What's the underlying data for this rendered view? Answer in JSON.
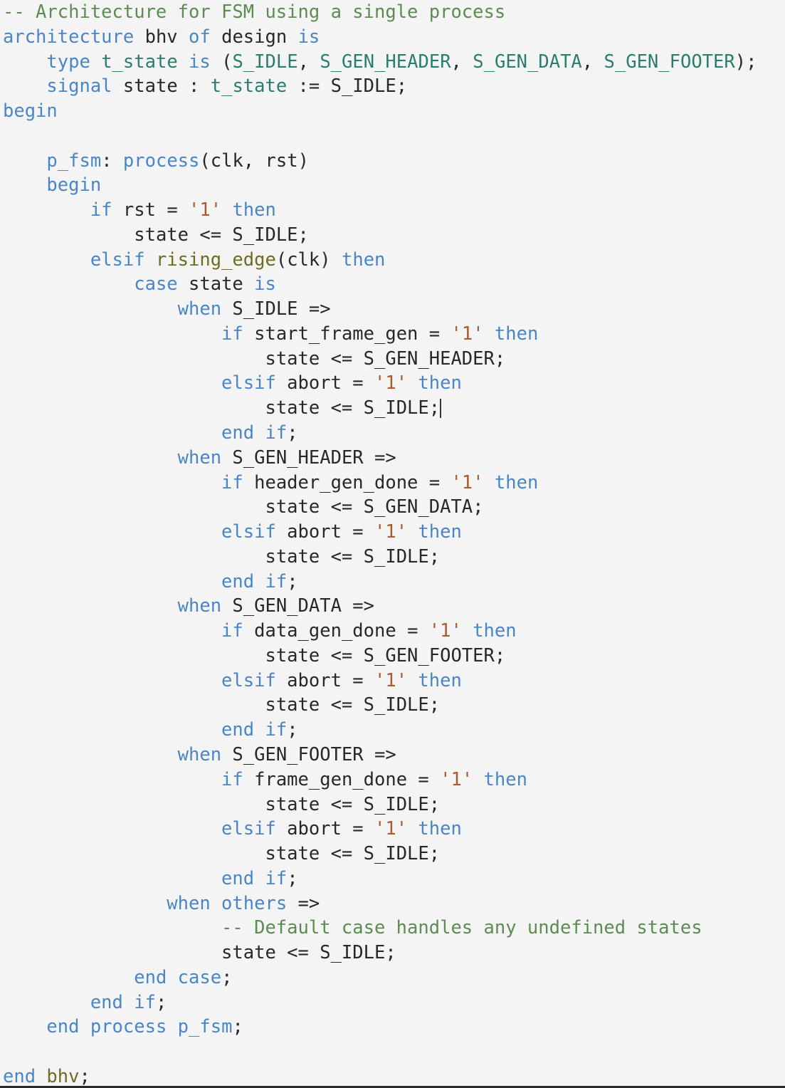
{
  "editor": {
    "language": "VHDL",
    "background_color": "#f4f4f4",
    "caret_line_index": 14,
    "theme": {
      "keyword_color": "#4a86c5",
      "identifier_color": "#26282c",
      "comment_color": "#5d8c52",
      "string_color": "#a85c32",
      "type_color": "#2b7d6d",
      "function_color": "#6c6d20",
      "punctuation_color": "#26282c"
    }
  },
  "code": {
    "lines": [
      {
        "indent": 0,
        "tokens": [
          {
            "t": "cmt",
            "v": "-- Architecture for FSM using a single process"
          }
        ]
      },
      {
        "indent": 0,
        "tokens": [
          {
            "t": "kw",
            "v": "architecture"
          },
          {
            "t": "pun",
            "v": " "
          },
          {
            "t": "id",
            "v": "bhv"
          },
          {
            "t": "pun",
            "v": " "
          },
          {
            "t": "kw",
            "v": "of"
          },
          {
            "t": "pun",
            "v": " "
          },
          {
            "t": "id",
            "v": "design"
          },
          {
            "t": "pun",
            "v": " "
          },
          {
            "t": "kw",
            "v": "is"
          }
        ]
      },
      {
        "indent": 4,
        "tokens": [
          {
            "t": "kw",
            "v": "type"
          },
          {
            "t": "pun",
            "v": " "
          },
          {
            "t": "type",
            "v": "t_state"
          },
          {
            "t": "pun",
            "v": " "
          },
          {
            "t": "kw",
            "v": "is"
          },
          {
            "t": "pun",
            "v": " ("
          },
          {
            "t": "type",
            "v": "S_IDLE"
          },
          {
            "t": "pun",
            "v": ", "
          },
          {
            "t": "type",
            "v": "S_GEN_HEADER"
          },
          {
            "t": "pun",
            "v": ", "
          },
          {
            "t": "type",
            "v": "S_GEN_DATA"
          },
          {
            "t": "pun",
            "v": ", "
          },
          {
            "t": "type",
            "v": "S_GEN_FOOTER"
          },
          {
            "t": "pun",
            "v": ");"
          }
        ]
      },
      {
        "indent": 4,
        "tokens": [
          {
            "t": "kw",
            "v": "signal"
          },
          {
            "t": "pun",
            "v": " "
          },
          {
            "t": "id",
            "v": "state"
          },
          {
            "t": "pun",
            "v": " : "
          },
          {
            "t": "type",
            "v": "t_state"
          },
          {
            "t": "pun",
            "v": " := "
          },
          {
            "t": "id",
            "v": "S_IDLE"
          },
          {
            "t": "pun",
            "v": ";"
          }
        ]
      },
      {
        "indent": 0,
        "tokens": [
          {
            "t": "kw",
            "v": "begin"
          }
        ]
      },
      {
        "indent": 0,
        "tokens": []
      },
      {
        "indent": 4,
        "tokens": [
          {
            "t": "kw",
            "v": "p_fsm"
          },
          {
            "t": "pun",
            "v": ": "
          },
          {
            "t": "kw",
            "v": "process"
          },
          {
            "t": "pun",
            "v": "("
          },
          {
            "t": "id",
            "v": "clk"
          },
          {
            "t": "pun",
            "v": ", "
          },
          {
            "t": "id",
            "v": "rst"
          },
          {
            "t": "pun",
            "v": ")"
          }
        ]
      },
      {
        "indent": 4,
        "tokens": [
          {
            "t": "kw",
            "v": "begin"
          }
        ]
      },
      {
        "indent": 8,
        "tokens": [
          {
            "t": "kw",
            "v": "if"
          },
          {
            "t": "pun",
            "v": " "
          },
          {
            "t": "id",
            "v": "rst"
          },
          {
            "t": "pun",
            "v": " = "
          },
          {
            "t": "str",
            "v": "'1'"
          },
          {
            "t": "pun",
            "v": " "
          },
          {
            "t": "kw",
            "v": "then"
          }
        ]
      },
      {
        "indent": 12,
        "tokens": [
          {
            "t": "id",
            "v": "state <= S_IDLE;"
          }
        ]
      },
      {
        "indent": 8,
        "tokens": [
          {
            "t": "kw",
            "v": "elsif"
          },
          {
            "t": "pun",
            "v": " "
          },
          {
            "t": "fn",
            "v": "rising_edge"
          },
          {
            "t": "pun",
            "v": "("
          },
          {
            "t": "id",
            "v": "clk"
          },
          {
            "t": "pun",
            "v": ") "
          },
          {
            "t": "kw",
            "v": "then"
          }
        ]
      },
      {
        "indent": 12,
        "tokens": [
          {
            "t": "kw",
            "v": "case"
          },
          {
            "t": "pun",
            "v": " "
          },
          {
            "t": "id",
            "v": "state"
          },
          {
            "t": "pun",
            "v": " "
          },
          {
            "t": "kw",
            "v": "is"
          }
        ]
      },
      {
        "indent": 16,
        "tokens": [
          {
            "t": "kw",
            "v": "when"
          },
          {
            "t": "pun",
            "v": " "
          },
          {
            "t": "id",
            "v": "S_IDLE"
          },
          {
            "t": "pun",
            "v": " =>"
          }
        ]
      },
      {
        "indent": 20,
        "tokens": [
          {
            "t": "kw",
            "v": "if"
          },
          {
            "t": "pun",
            "v": " "
          },
          {
            "t": "id",
            "v": "start_frame_gen"
          },
          {
            "t": "pun",
            "v": " = "
          },
          {
            "t": "str",
            "v": "'1'"
          },
          {
            "t": "pun",
            "v": " "
          },
          {
            "t": "kw",
            "v": "then"
          }
        ]
      },
      {
        "indent": 24,
        "tokens": [
          {
            "t": "id",
            "v": "state <= S_GEN_HEADER;"
          }
        ]
      },
      {
        "indent": 20,
        "tokens": [
          {
            "t": "kw",
            "v": "elsif"
          },
          {
            "t": "pun",
            "v": " "
          },
          {
            "t": "id",
            "v": "abort"
          },
          {
            "t": "pun",
            "v": " = "
          },
          {
            "t": "str",
            "v": "'1'"
          },
          {
            "t": "pun",
            "v": " "
          },
          {
            "t": "kw",
            "v": "then"
          }
        ]
      },
      {
        "indent": 24,
        "tokens": [
          {
            "t": "id",
            "v": "state <= S_IDLE;"
          },
          {
            "t": "caret",
            "v": ""
          }
        ]
      },
      {
        "indent": 20,
        "tokens": [
          {
            "t": "kw",
            "v": "end"
          },
          {
            "t": "pun",
            "v": " "
          },
          {
            "t": "kw",
            "v": "if"
          },
          {
            "t": "pun",
            "v": ";"
          }
        ]
      },
      {
        "indent": 16,
        "tokens": [
          {
            "t": "kw",
            "v": "when"
          },
          {
            "t": "pun",
            "v": " "
          },
          {
            "t": "id",
            "v": "S_GEN_HEADER"
          },
          {
            "t": "pun",
            "v": " =>"
          }
        ]
      },
      {
        "indent": 20,
        "tokens": [
          {
            "t": "kw",
            "v": "if"
          },
          {
            "t": "pun",
            "v": " "
          },
          {
            "t": "id",
            "v": "header_gen_done"
          },
          {
            "t": "pun",
            "v": " = "
          },
          {
            "t": "str",
            "v": "'1'"
          },
          {
            "t": "pun",
            "v": " "
          },
          {
            "t": "kw",
            "v": "then"
          }
        ]
      },
      {
        "indent": 24,
        "tokens": [
          {
            "t": "id",
            "v": "state <= S_GEN_DATA;"
          }
        ]
      },
      {
        "indent": 20,
        "tokens": [
          {
            "t": "kw",
            "v": "elsif"
          },
          {
            "t": "pun",
            "v": " "
          },
          {
            "t": "id",
            "v": "abort"
          },
          {
            "t": "pun",
            "v": " = "
          },
          {
            "t": "str",
            "v": "'1'"
          },
          {
            "t": "pun",
            "v": " "
          },
          {
            "t": "kw",
            "v": "then"
          }
        ]
      },
      {
        "indent": 24,
        "tokens": [
          {
            "t": "id",
            "v": "state <= S_IDLE;"
          }
        ]
      },
      {
        "indent": 20,
        "tokens": [
          {
            "t": "kw",
            "v": "end"
          },
          {
            "t": "pun",
            "v": " "
          },
          {
            "t": "kw",
            "v": "if"
          },
          {
            "t": "pun",
            "v": ";"
          }
        ]
      },
      {
        "indent": 16,
        "tokens": [
          {
            "t": "kw",
            "v": "when"
          },
          {
            "t": "pun",
            "v": " "
          },
          {
            "t": "id",
            "v": "S_GEN_DATA"
          },
          {
            "t": "pun",
            "v": " =>"
          }
        ]
      },
      {
        "indent": 20,
        "tokens": [
          {
            "t": "kw",
            "v": "if"
          },
          {
            "t": "pun",
            "v": " "
          },
          {
            "t": "id",
            "v": "data_gen_done"
          },
          {
            "t": "pun",
            "v": " = "
          },
          {
            "t": "str",
            "v": "'1'"
          },
          {
            "t": "pun",
            "v": " "
          },
          {
            "t": "kw",
            "v": "then"
          }
        ]
      },
      {
        "indent": 24,
        "tokens": [
          {
            "t": "id",
            "v": "state <= S_GEN_FOOTER;"
          }
        ]
      },
      {
        "indent": 20,
        "tokens": [
          {
            "t": "kw",
            "v": "elsif"
          },
          {
            "t": "pun",
            "v": " "
          },
          {
            "t": "id",
            "v": "abort"
          },
          {
            "t": "pun",
            "v": " = "
          },
          {
            "t": "str",
            "v": "'1'"
          },
          {
            "t": "pun",
            "v": " "
          },
          {
            "t": "kw",
            "v": "then"
          }
        ]
      },
      {
        "indent": 24,
        "tokens": [
          {
            "t": "id",
            "v": "state <= S_IDLE;"
          }
        ]
      },
      {
        "indent": 20,
        "tokens": [
          {
            "t": "kw",
            "v": "end"
          },
          {
            "t": "pun",
            "v": " "
          },
          {
            "t": "kw",
            "v": "if"
          },
          {
            "t": "pun",
            "v": ";"
          }
        ]
      },
      {
        "indent": 16,
        "tokens": [
          {
            "t": "kw",
            "v": "when"
          },
          {
            "t": "pun",
            "v": " "
          },
          {
            "t": "id",
            "v": "S_GEN_FOOTER"
          },
          {
            "t": "pun",
            "v": " =>"
          }
        ]
      },
      {
        "indent": 20,
        "tokens": [
          {
            "t": "kw",
            "v": "if"
          },
          {
            "t": "pun",
            "v": " "
          },
          {
            "t": "id",
            "v": "frame_gen_done"
          },
          {
            "t": "pun",
            "v": " = "
          },
          {
            "t": "str",
            "v": "'1'"
          },
          {
            "t": "pun",
            "v": " "
          },
          {
            "t": "kw",
            "v": "then"
          }
        ]
      },
      {
        "indent": 24,
        "tokens": [
          {
            "t": "id",
            "v": "state <= S_IDLE;"
          }
        ]
      },
      {
        "indent": 20,
        "tokens": [
          {
            "t": "kw",
            "v": "elsif"
          },
          {
            "t": "pun",
            "v": " "
          },
          {
            "t": "id",
            "v": "abort"
          },
          {
            "t": "pun",
            "v": " = "
          },
          {
            "t": "str",
            "v": "'1'"
          },
          {
            "t": "pun",
            "v": " "
          },
          {
            "t": "kw",
            "v": "then"
          }
        ]
      },
      {
        "indent": 24,
        "tokens": [
          {
            "t": "id",
            "v": "state <= S_IDLE;"
          }
        ]
      },
      {
        "indent": 20,
        "tokens": [
          {
            "t": "kw",
            "v": "end"
          },
          {
            "t": "pun",
            "v": " "
          },
          {
            "t": "kw",
            "v": "if"
          },
          {
            "t": "pun",
            "v": ";"
          }
        ]
      },
      {
        "indent": 15,
        "tokens": [
          {
            "t": "kw",
            "v": "when others"
          },
          {
            "t": "pun",
            "v": " =>"
          }
        ]
      },
      {
        "indent": 20,
        "tokens": [
          {
            "t": "cmt",
            "v": "-- Default case handles any undefined states"
          }
        ]
      },
      {
        "indent": 20,
        "tokens": [
          {
            "t": "id",
            "v": "state <= S_IDLE;"
          }
        ]
      },
      {
        "indent": 12,
        "tokens": [
          {
            "t": "kw",
            "v": "end"
          },
          {
            "t": "pun",
            "v": " "
          },
          {
            "t": "kw",
            "v": "case"
          },
          {
            "t": "pun",
            "v": ";"
          }
        ]
      },
      {
        "indent": 8,
        "tokens": [
          {
            "t": "kw",
            "v": "end"
          },
          {
            "t": "pun",
            "v": " "
          },
          {
            "t": "kw",
            "v": "if"
          },
          {
            "t": "pun",
            "v": ";"
          }
        ]
      },
      {
        "indent": 4,
        "tokens": [
          {
            "t": "kw",
            "v": "end"
          },
          {
            "t": "pun",
            "v": " "
          },
          {
            "t": "kw",
            "v": "process"
          },
          {
            "t": "pun",
            "v": " "
          },
          {
            "t": "kw",
            "v": "p_fsm"
          },
          {
            "t": "pun",
            "v": ";"
          }
        ]
      },
      {
        "indent": 0,
        "tokens": []
      },
      {
        "indent": 0,
        "tokens": [
          {
            "t": "kw",
            "v": "end"
          },
          {
            "t": "pun",
            "v": " "
          },
          {
            "t": "fn",
            "v": "bhv"
          },
          {
            "t": "pun",
            "v": ";"
          }
        ]
      }
    ]
  }
}
